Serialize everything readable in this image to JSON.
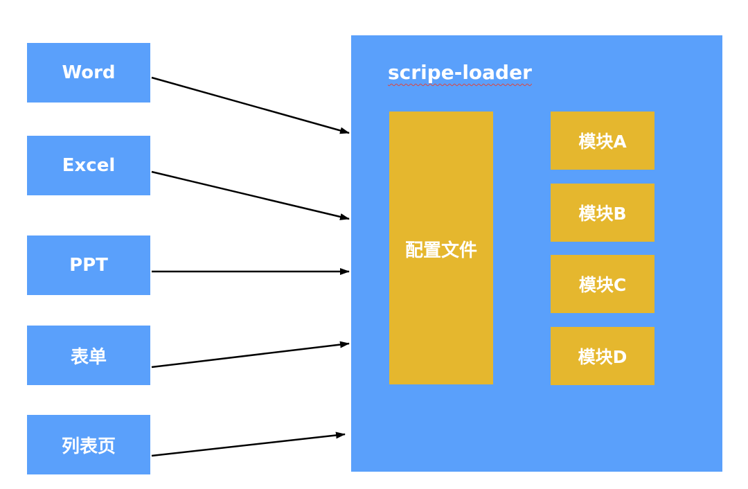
{
  "sources": [
    {
      "label": "Word"
    },
    {
      "label": "Excel"
    },
    {
      "label": "PPT"
    },
    {
      "label": "表单"
    },
    {
      "label": "列表页"
    }
  ],
  "loader": {
    "title": "scripe-loader",
    "config_label": "配置文件",
    "modules": [
      {
        "label": "模块A"
      },
      {
        "label": "模块B"
      },
      {
        "label": "模块C"
      },
      {
        "label": "模块D"
      }
    ]
  },
  "colors": {
    "box_blue": "#5aa0fb",
    "box_yellow": "#e5b72e",
    "text": "#ffffff",
    "arrow": "#000000",
    "spellcheck_underline": "#e0443a"
  }
}
